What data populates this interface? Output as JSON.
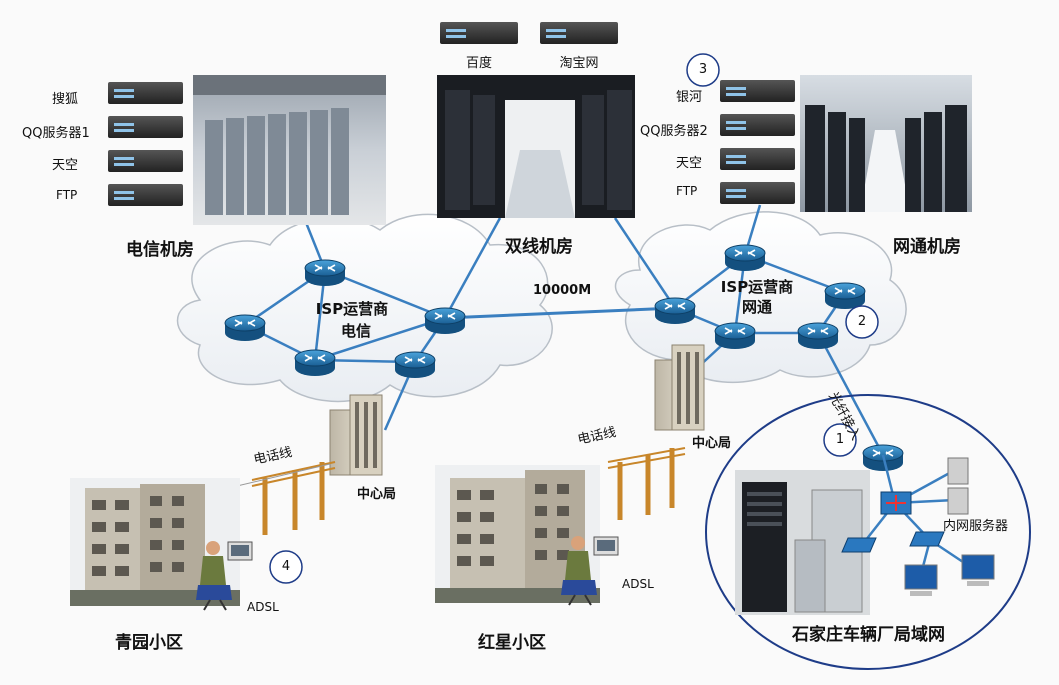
{
  "rooms": {
    "telecom": "电信机房",
    "dual": "双线机房",
    "netcom": "网通机房"
  },
  "telecom_servers": [
    "搜狐",
    "QQ服务器1",
    "天空",
    "FTP"
  ],
  "dual_servers": [
    "百度",
    "淘宝网"
  ],
  "netcom_servers": [
    "银河",
    "QQ服务器2",
    "天空",
    "FTP"
  ],
  "isp_telecom": [
    "ISP运营商",
    "电信"
  ],
  "isp_netcom": [
    "ISP运营商",
    "网通"
  ],
  "link_speed": "10000M",
  "fiber_label": "光纤接入",
  "central_office": "中心局",
  "phone_line": "电话线",
  "adsl": "ADSL",
  "lan_server": "内网服务器",
  "communities": {
    "qingyuan": "青园小区",
    "hongxing": "红星小区"
  },
  "lan_title": "石家庄车辆厂局域网",
  "markers": [
    "1",
    "2",
    "3",
    "4"
  ],
  "colors": {
    "router": "#1f6fa8",
    "link": "#3a7fc0",
    "lan_ring": "#1e3c88",
    "pole": "#c8862a"
  }
}
